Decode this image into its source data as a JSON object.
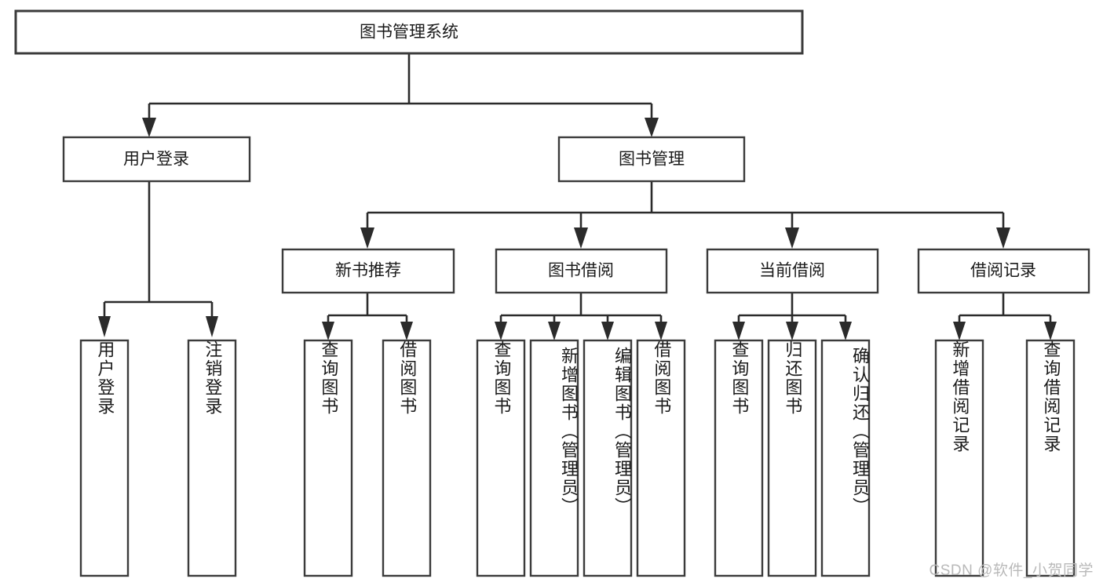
{
  "diagram": {
    "type": "tree-hierarchy",
    "title": "图书管理系统",
    "watermark": "CSDN @软件_小贺同学",
    "colors": {
      "box_stroke": "#3b3b3b",
      "connector": "#2b2b2b",
      "box_fill": "#ffffff",
      "text": "#1a1a1a",
      "watermark": "#b9b9b9",
      "background": "#ffffff"
    },
    "root": {
      "label": "图书管理系统"
    },
    "level1": [
      {
        "label": "用户登录"
      },
      {
        "label": "图书管理"
      }
    ],
    "level2": [
      {
        "label": "新书推荐"
      },
      {
        "label": "图书借阅"
      },
      {
        "label": "当前借阅"
      },
      {
        "label": "借阅记录"
      }
    ],
    "leaves": {
      "user_login": [
        {
          "label": "用户登录"
        },
        {
          "label": "注销登录"
        }
      ],
      "new_book": [
        {
          "label": "查询图书"
        },
        {
          "label": "借阅图书"
        }
      ],
      "book_borrow": [
        {
          "label": "查询图书"
        },
        {
          "label": "新增图书（管理员）"
        },
        {
          "label": "编辑图书（管理员）"
        },
        {
          "label": "借阅图书"
        }
      ],
      "current_borrow": [
        {
          "label": "查询图书"
        },
        {
          "label": "归还图书"
        },
        {
          "label": "确认归还（管理员）"
        }
      ],
      "borrow_record": [
        {
          "label": "新增借阅记录"
        },
        {
          "label": "查询借阅记录"
        }
      ]
    }
  }
}
